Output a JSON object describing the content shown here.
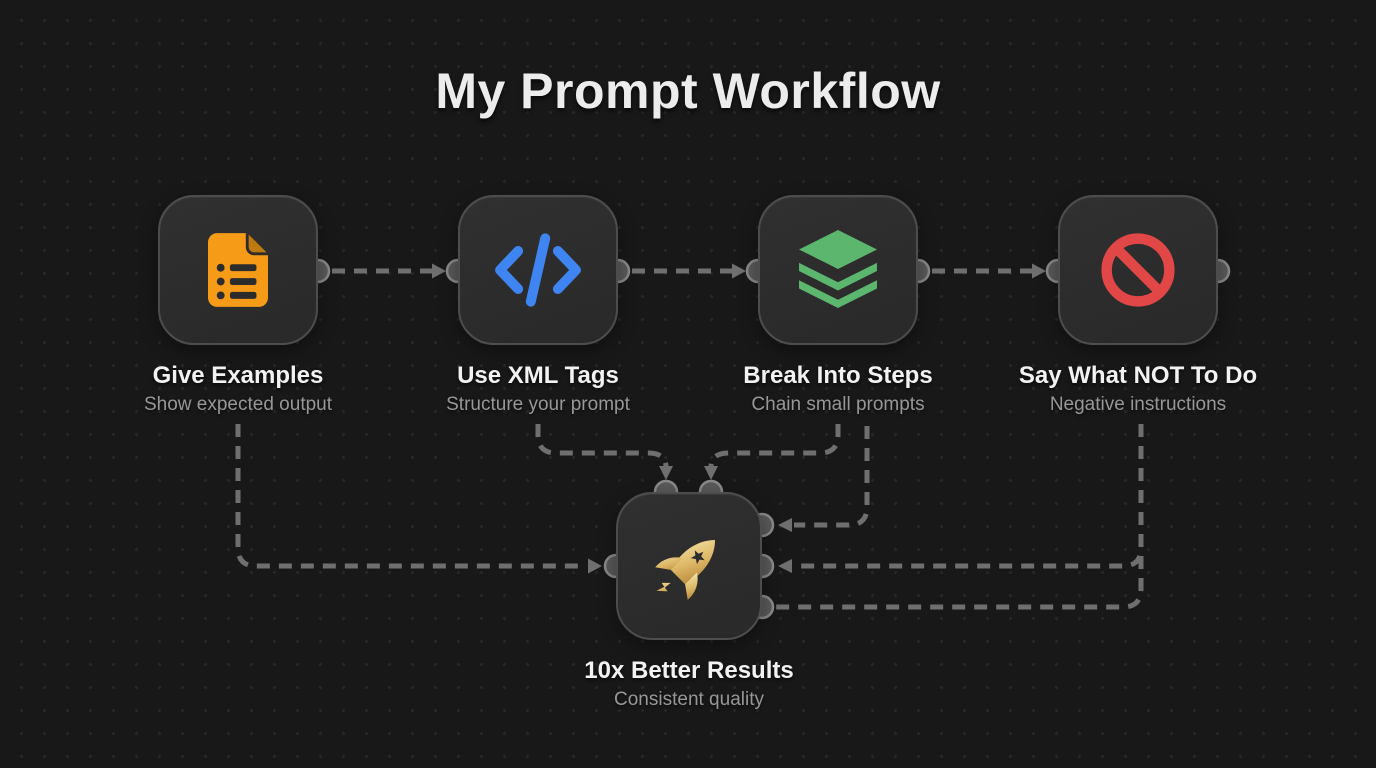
{
  "title": "My Prompt Workflow",
  "theme": {
    "background": "#181818",
    "grid_dot": "#272727",
    "node_fill": "#2c2c2c",
    "node_border": "#4d4d4d",
    "edge": "#6f6f6f",
    "connector_fill": "#595959",
    "connector_ring": "#8a8a8a",
    "title_color": "#ececec",
    "label_color": "#f2f2f2",
    "sublabel_color": "#979797"
  },
  "nodes": [
    {
      "id": "give-examples",
      "label": "Give Examples",
      "sublabel": "Show expected output",
      "icon": "document-list-icon",
      "color": "#f59b17"
    },
    {
      "id": "use-xml-tags",
      "label": "Use XML Tags",
      "sublabel": "Structure your prompt",
      "icon": "code-tags-icon",
      "color": "#3f85f2"
    },
    {
      "id": "break-into-steps",
      "label": "Break Into Steps",
      "sublabel": "Chain small prompts",
      "icon": "layers-icon",
      "color": "#5cb66d"
    },
    {
      "id": "say-what-not-to-do",
      "label": "Say What NOT To Do",
      "sublabel": "Negative instructions",
      "icon": "no-entry-icon",
      "color": "#e24747"
    },
    {
      "id": "ten-x-better-results",
      "label": "10x Better Results",
      "sublabel": "Consistent quality",
      "icon": "rocket-icon",
      "color": "#d8b05e"
    }
  ],
  "edges": [
    {
      "from": "give-examples",
      "to": "use-xml-tags",
      "port": "left"
    },
    {
      "from": "use-xml-tags",
      "to": "break-into-steps",
      "port": "left"
    },
    {
      "from": "break-into-steps",
      "to": "say-what-not-to-do",
      "port": "left"
    },
    {
      "from": "give-examples",
      "to": "ten-x-better-results",
      "port": "left"
    },
    {
      "from": "use-xml-tags",
      "to": "ten-x-better-results",
      "port": "top-1"
    },
    {
      "from": "break-into-steps",
      "to": "ten-x-better-results",
      "port": "top-2"
    },
    {
      "from": "break-into-steps",
      "to": "ten-x-better-results",
      "port": "right-top"
    },
    {
      "from": "say-what-not-to-do",
      "to": "ten-x-better-results",
      "port": "right-middle"
    },
    {
      "from": "say-what-not-to-do",
      "to": "ten-x-better-results",
      "port": "right-bottom"
    }
  ]
}
